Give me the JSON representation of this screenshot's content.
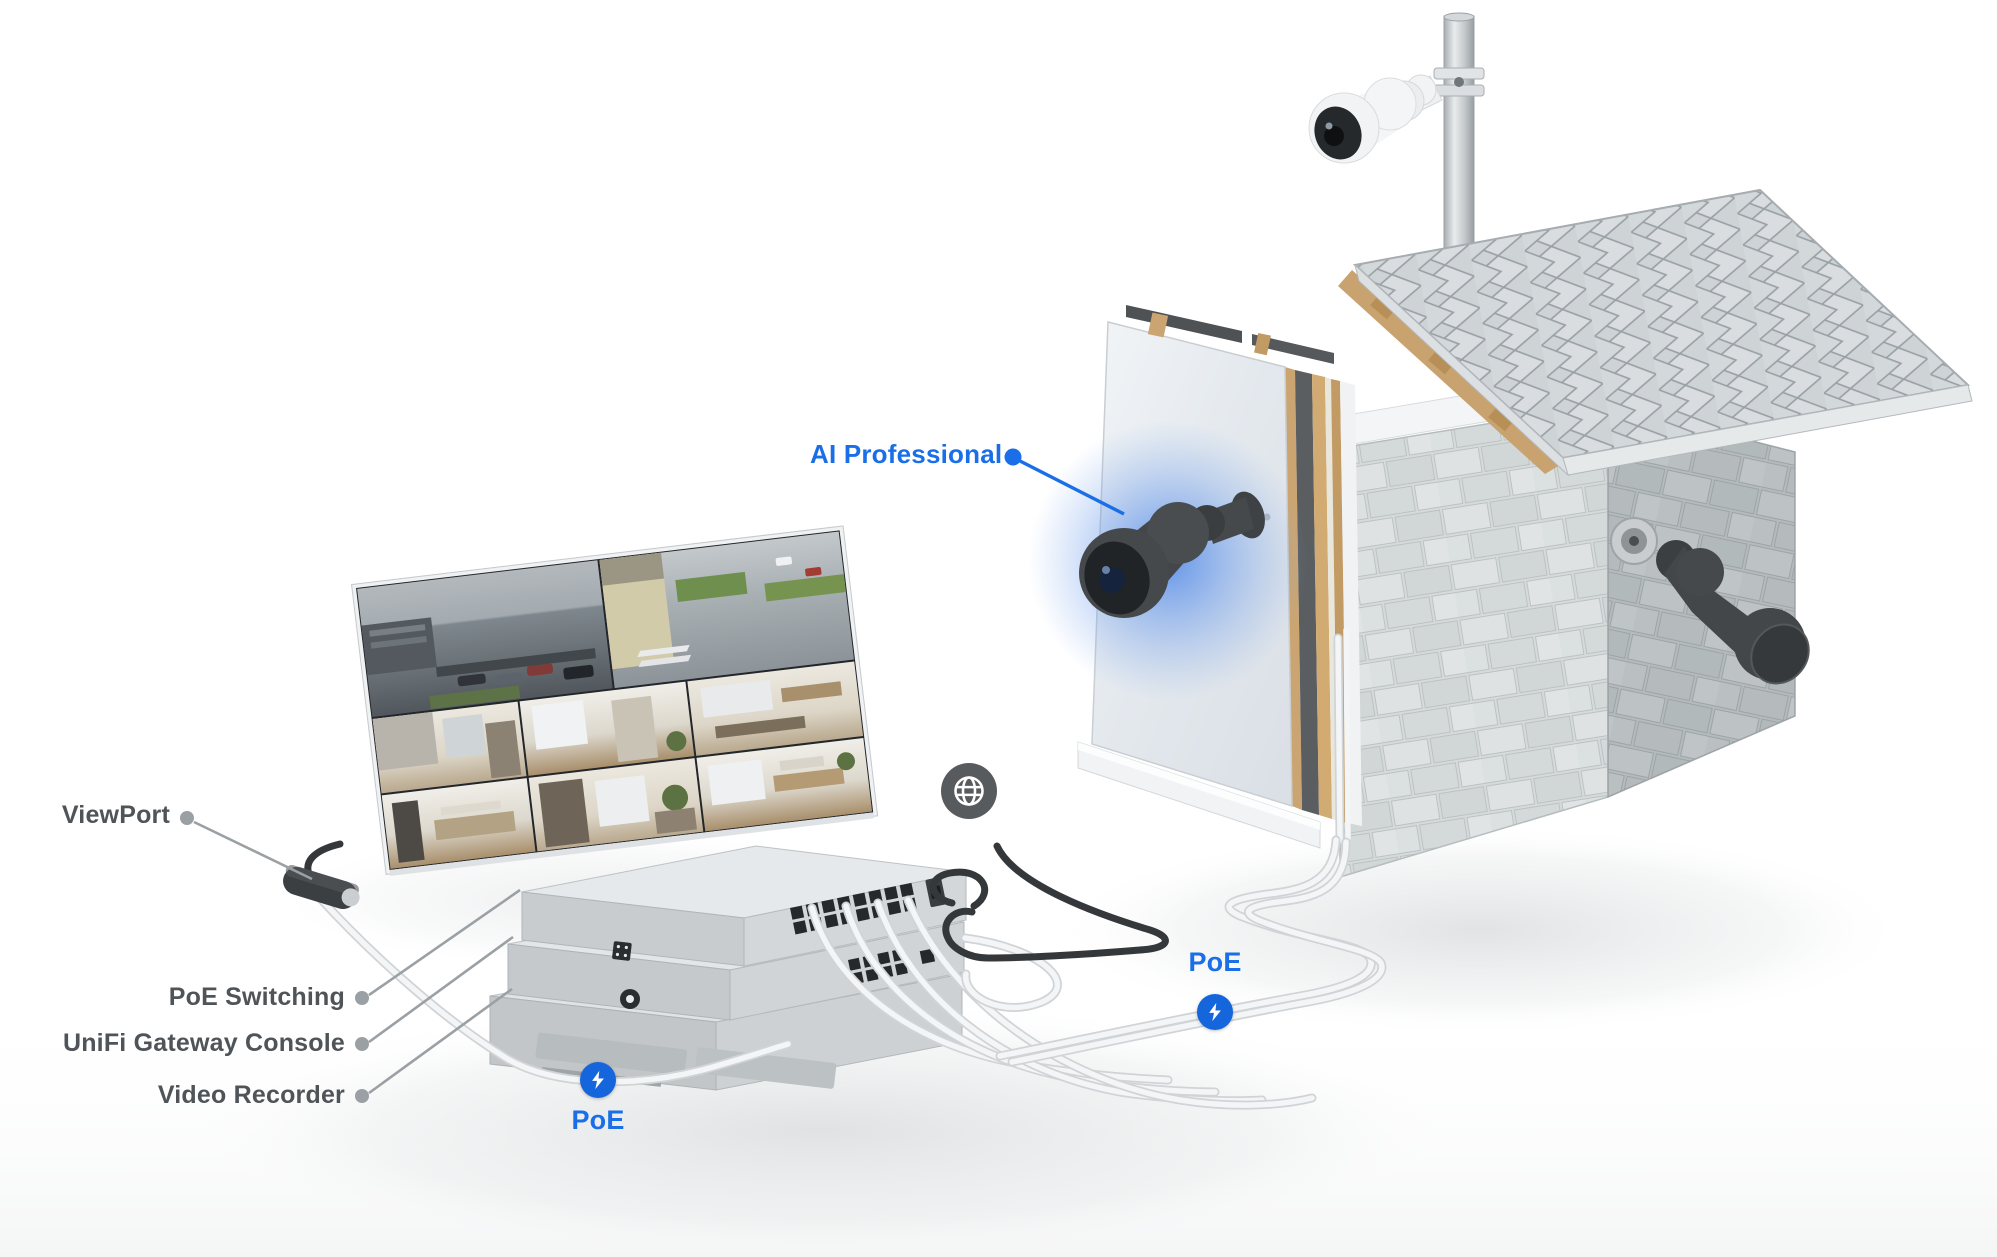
{
  "diagram": {
    "labels": {
      "viewport": "ViewPort",
      "poe_switching": "PoE Switching",
      "unifi_gateway_console": "UniFi Gateway Console",
      "video_recorder": "Video Recorder",
      "ai_professional": "AI Professional",
      "poe_left": "PoE",
      "poe_right": "PoE"
    },
    "colors": {
      "accent_blue": "#1a6fe8",
      "badge_blue": "#1566dd",
      "label_gray": "#4f5458",
      "leader_gray": "#9aa0a4",
      "globe_gray": "#585b5e",
      "background": "#ffffff"
    },
    "icons": {
      "internet": "globe-icon",
      "poe_power": "lightning-bolt-icon"
    }
  }
}
